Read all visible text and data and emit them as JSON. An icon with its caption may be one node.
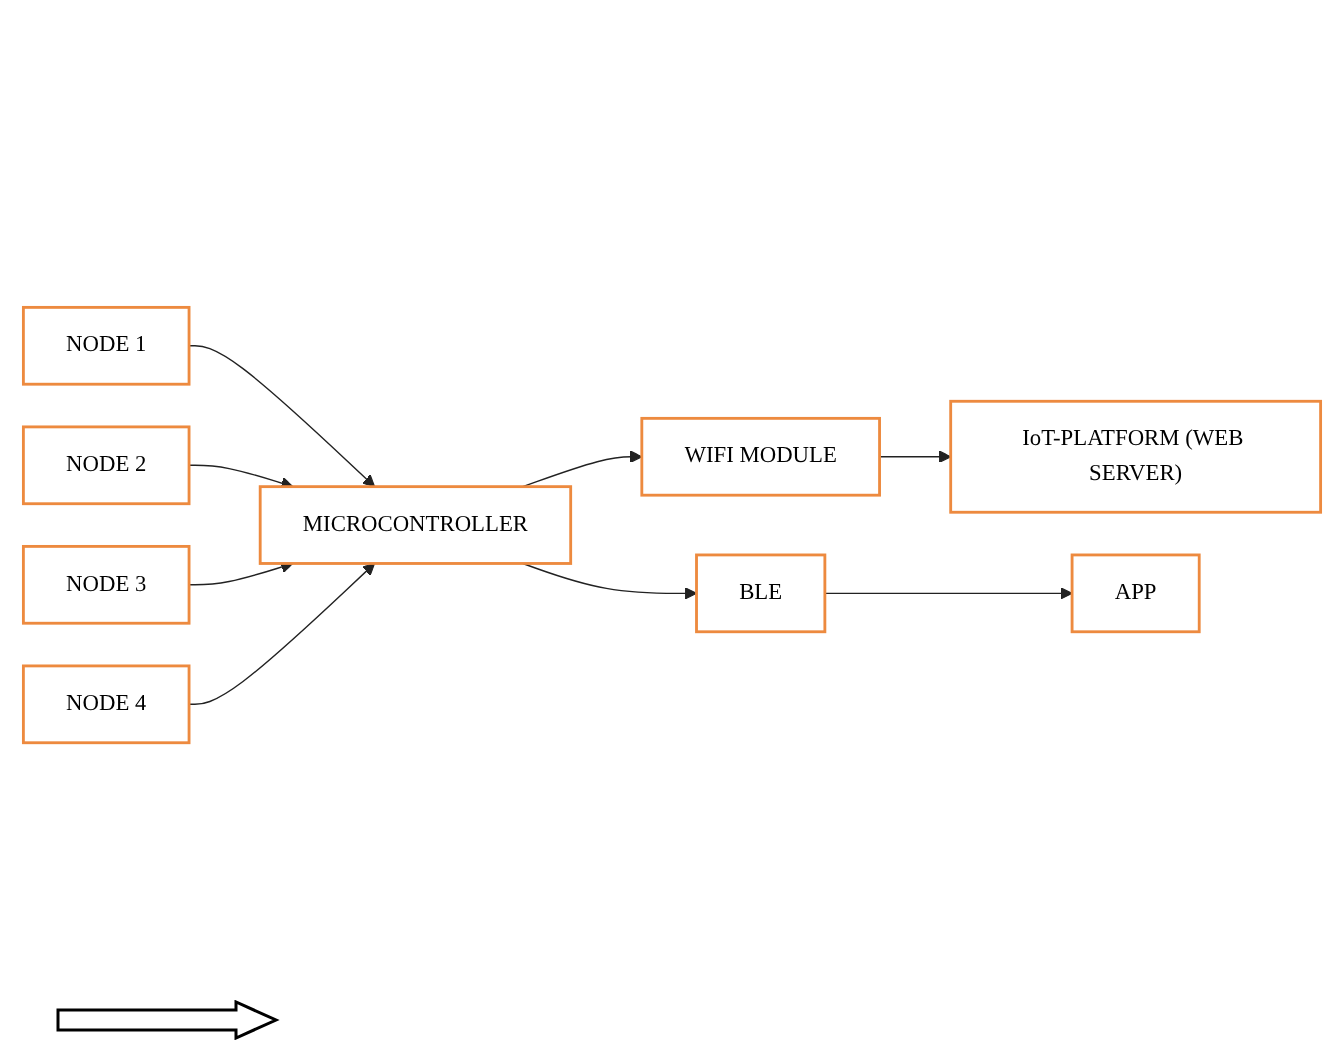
{
  "diagram": {
    "nodes": [
      {
        "text": [
          "NODE 1"
        ]
      },
      {
        "text": [
          "NODE 2"
        ]
      },
      {
        "text": [
          "NODE 3"
        ]
      },
      {
        "text": [
          "NODE 4"
        ]
      },
      {
        "text": [
          "MICROCONTROLLER"
        ]
      },
      {
        "text": [
          "WIFI MODULE"
        ]
      },
      {
        "text": [
          "BLE"
        ]
      },
      {
        "text": [
          "IoT-PLATFORM (WEB SERVER)"
        ]
      },
      {
        "text": [
          "APP"
        ]
      }
    ],
    "edges": [
      {
        "from": 0,
        "to": 4,
        "arrow": "to"
      },
      {
        "from": 1,
        "to": 4,
        "arrow": "to"
      },
      {
        "from": 2,
        "to": 4,
        "arrow": "to"
      },
      {
        "from": 3,
        "to": 4,
        "arrow": "to"
      },
      {
        "from": 4,
        "to": 5,
        "arrow": "to"
      },
      {
        "from": 4,
        "to": 6,
        "arrow": "to"
      },
      {
        "from": 5,
        "to": 7,
        "arrow": "to"
      },
      {
        "from": 6,
        "to": 8,
        "arrow": "to"
      }
    ]
  }
}
